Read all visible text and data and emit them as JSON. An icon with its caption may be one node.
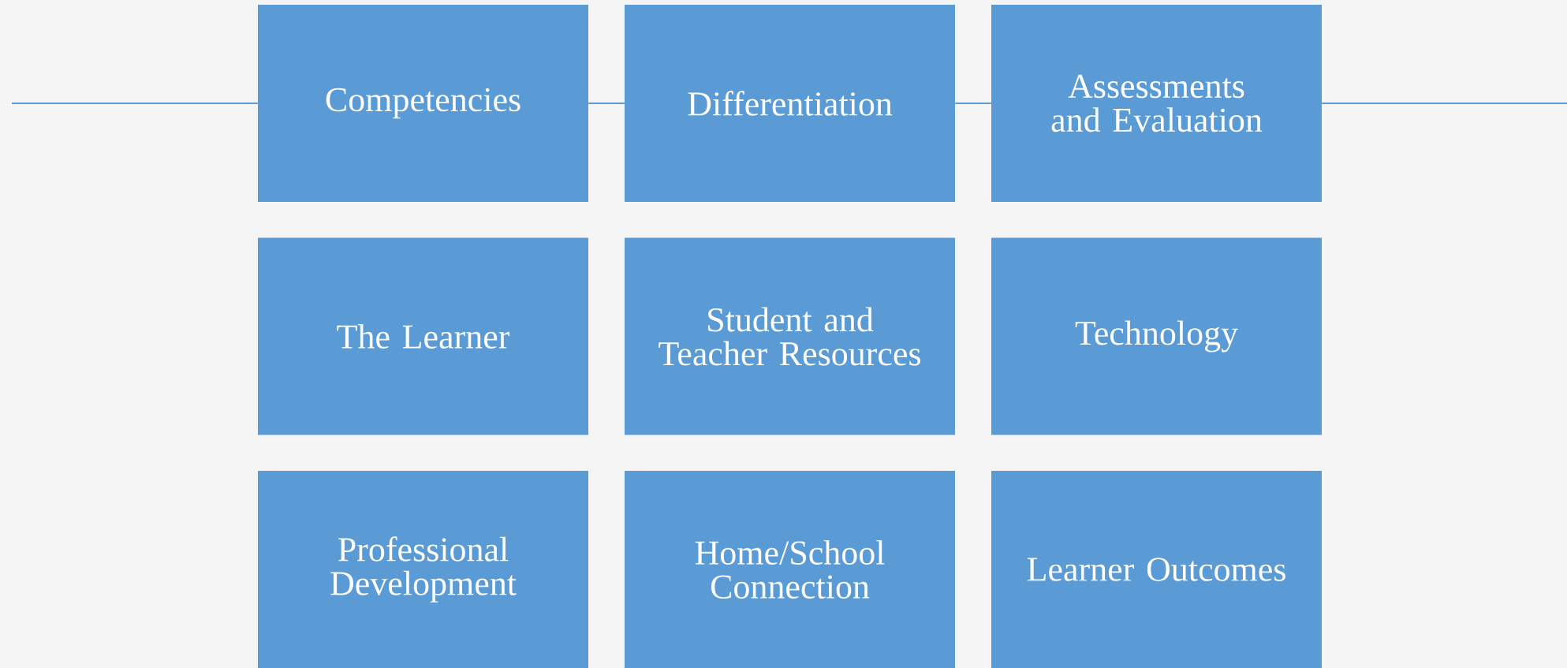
{
  "diagram": {
    "nodes": [
      {
        "text": [
          "Competencies"
        ]
      },
      {
        "text": [
          "Differentiation"
        ]
      },
      {
        "text": [
          "Assessments and Evaluation"
        ]
      },
      {
        "text": [
          "The Learner"
        ]
      },
      {
        "text": [
          "Student and Teacher Resources"
        ]
      },
      {
        "text": [
          "Technology"
        ]
      },
      {
        "text": [
          "Professional Development"
        ]
      },
      {
        "text": [
          "Home/School Connection"
        ]
      },
      {
        "text": [
          "Learner Outcomes"
        ]
      }
    ],
    "edges": [
      {
        "from": null,
        "to": 0,
        "arrow": "none"
      },
      {
        "from": 0,
        "to": 1,
        "arrow": "none"
      },
      {
        "from": 1,
        "to": 2,
        "arrow": "none"
      },
      {
        "from": 2,
        "to": null,
        "arrow": "none"
      }
    ]
  }
}
